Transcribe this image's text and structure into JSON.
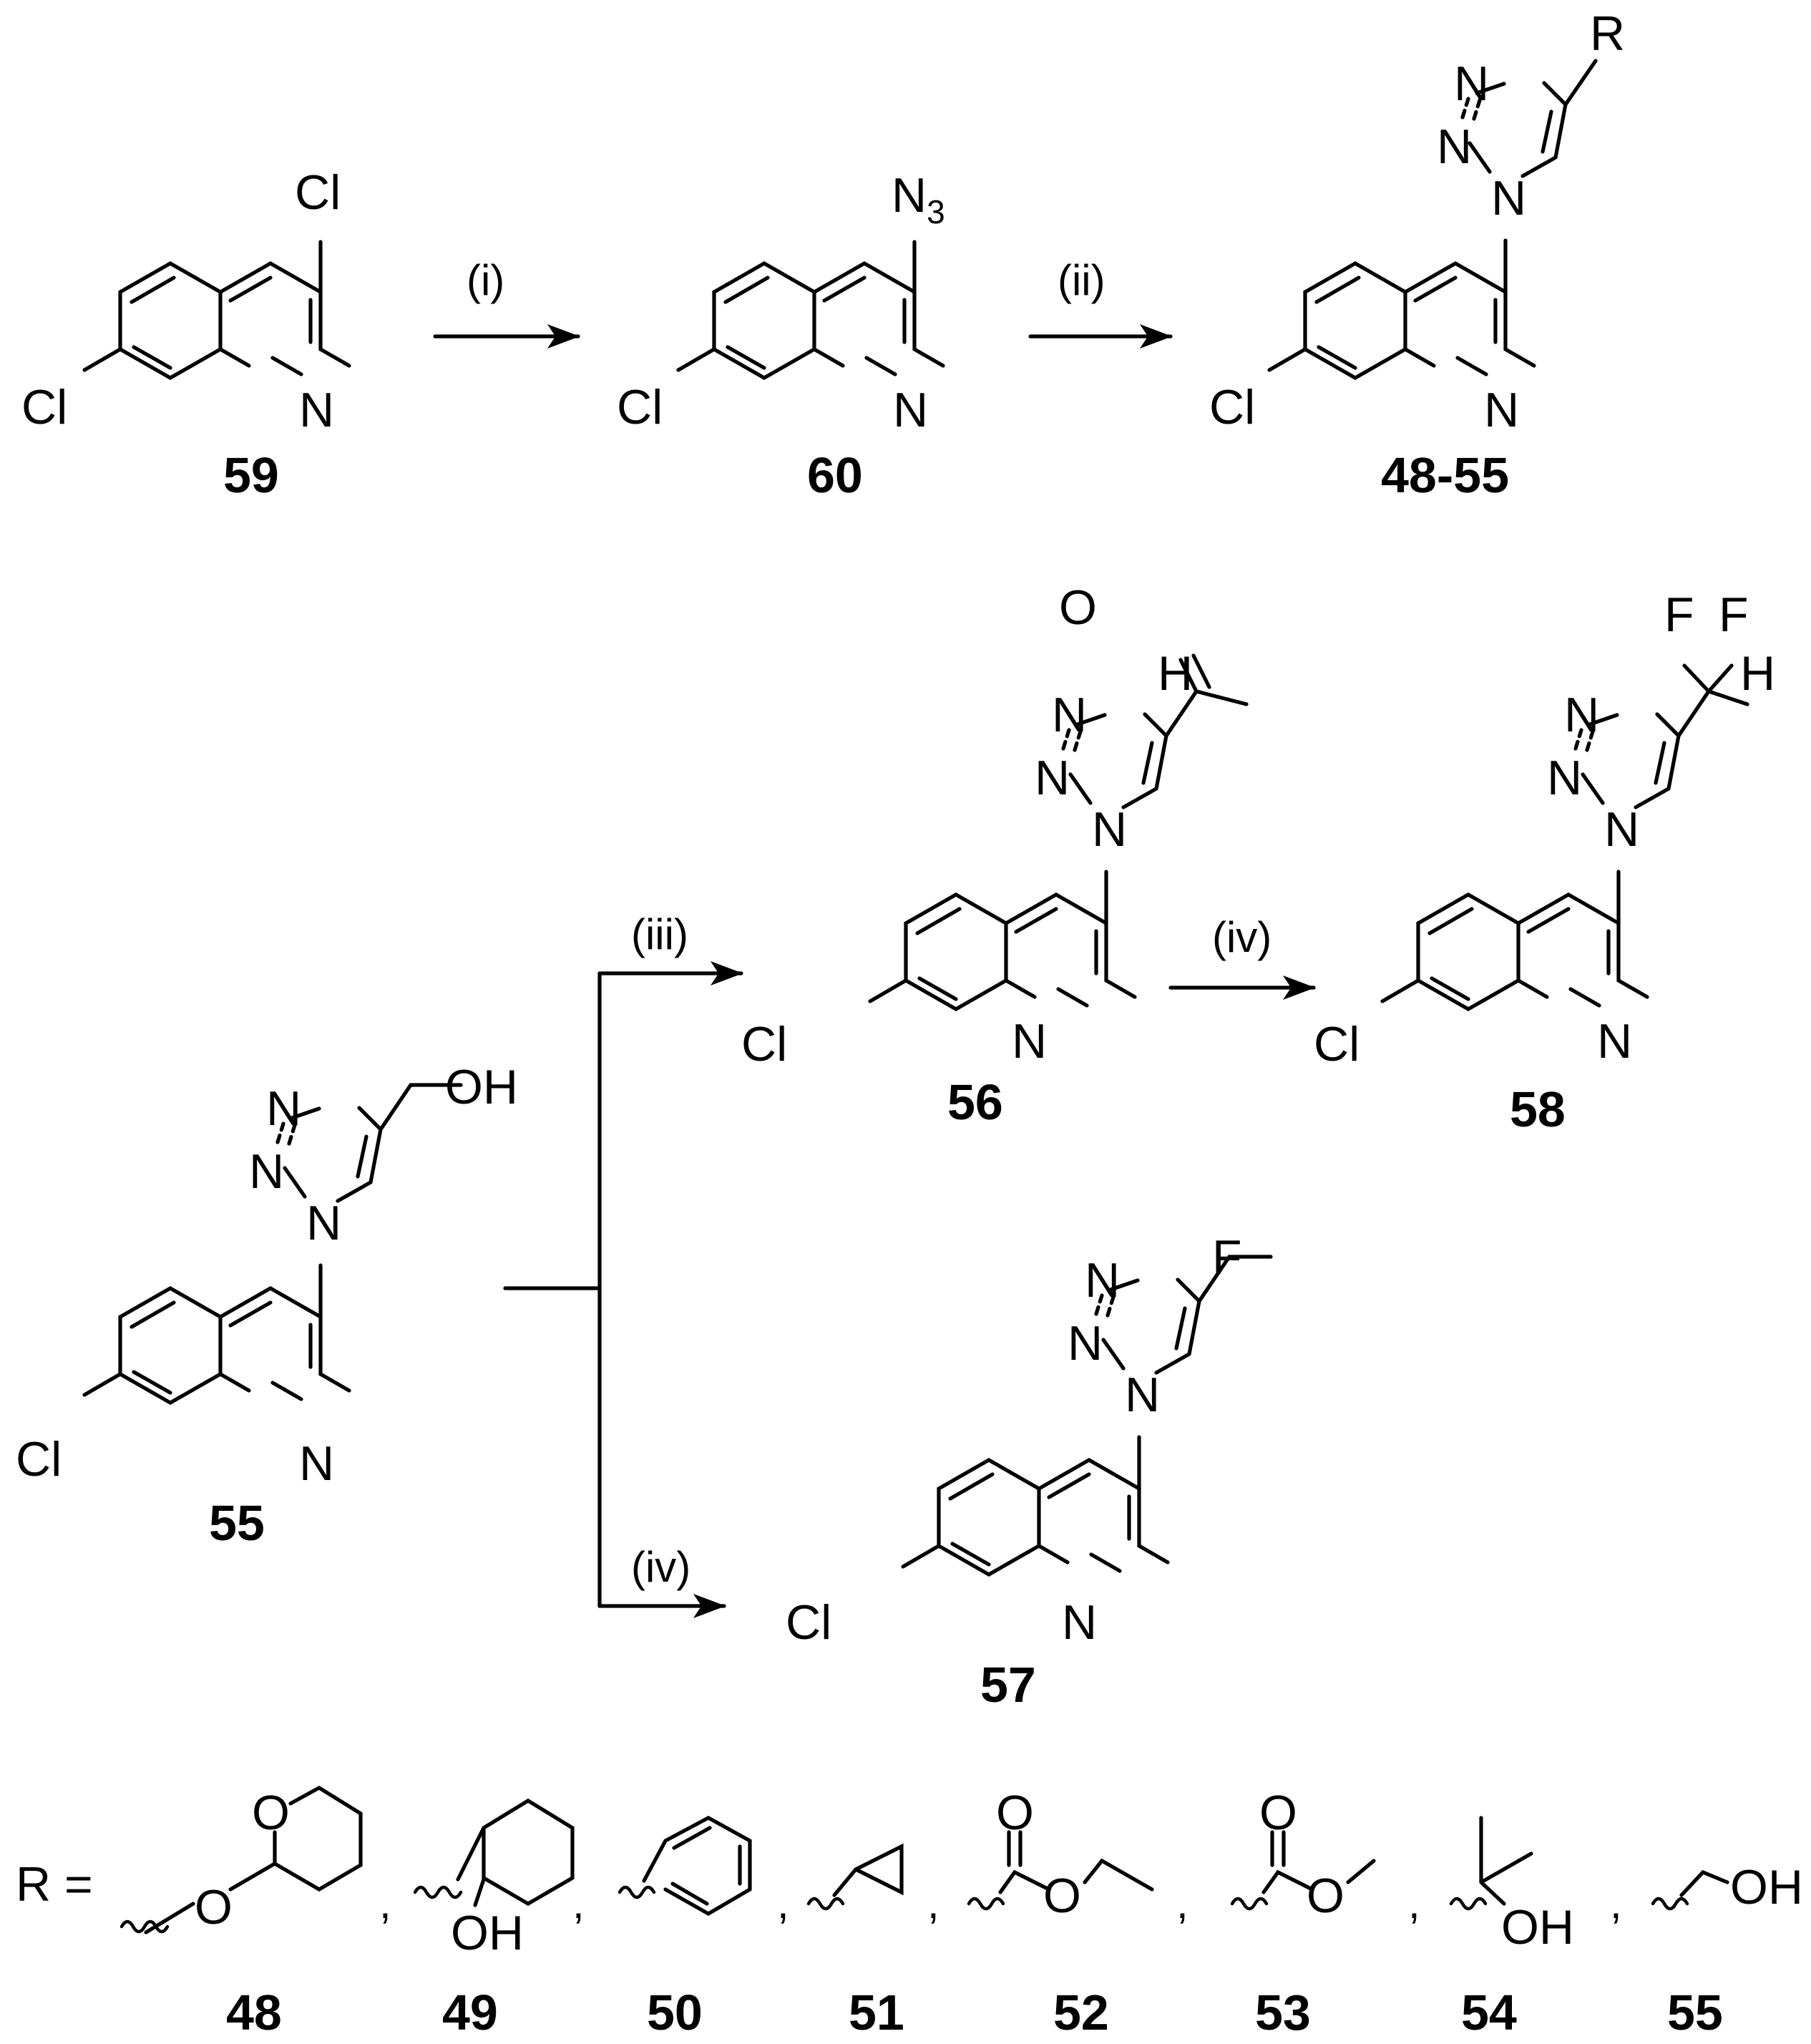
{
  "atoms": {
    "cl": "Cl",
    "n": "N",
    "n3_main": "N",
    "n3_sub": "3",
    "o": "O",
    "oh": "OH",
    "f": "F",
    "h": "H",
    "r": "R"
  },
  "compounds": {
    "c59": "59",
    "c60": "60",
    "c48_55": "48-55",
    "c56": "56",
    "c58": "58",
    "c55": "55",
    "c57": "57"
  },
  "conditions": {
    "i": "(i)",
    "ii": "(ii)",
    "iii": "(iii)",
    "iv_top": "(iv)",
    "iv_bottom": "(iv)"
  },
  "r_groups": {
    "r_equals": "R =",
    "labels": [
      "48",
      "49",
      "50",
      "51",
      "52",
      "53",
      "54",
      "55"
    ],
    "separator": ","
  }
}
